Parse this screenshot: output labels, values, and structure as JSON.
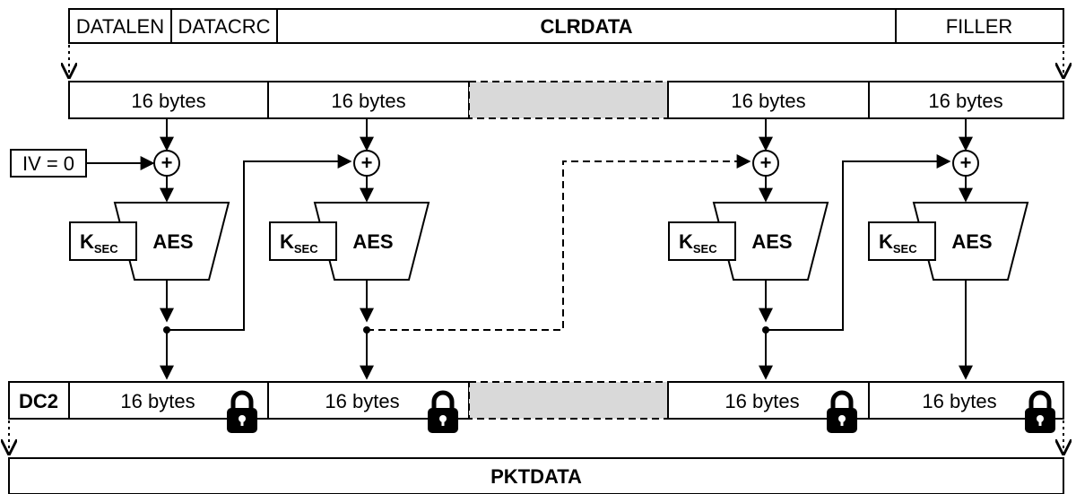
{
  "header_fields": [
    "DATALEN",
    "DATACRC",
    "CLRDATA",
    "FILLER"
  ],
  "plaintext_block_label": "16 bytes",
  "iv_label": "IV = 0",
  "xor_symbol": "+",
  "aes_label": "AES",
  "key_label": "K",
  "key_subscript": "SEC",
  "output_prefix": "DC2",
  "ciphertext_block_label": "16 bytes",
  "packet_label": "PKTDATA",
  "icons": [
    "xor-icon",
    "padlock-icon",
    "arrow-icon"
  ],
  "colors": {
    "stroke": "#000000",
    "gap_fill": "#d9d9d9",
    "background": "#ffffff"
  }
}
